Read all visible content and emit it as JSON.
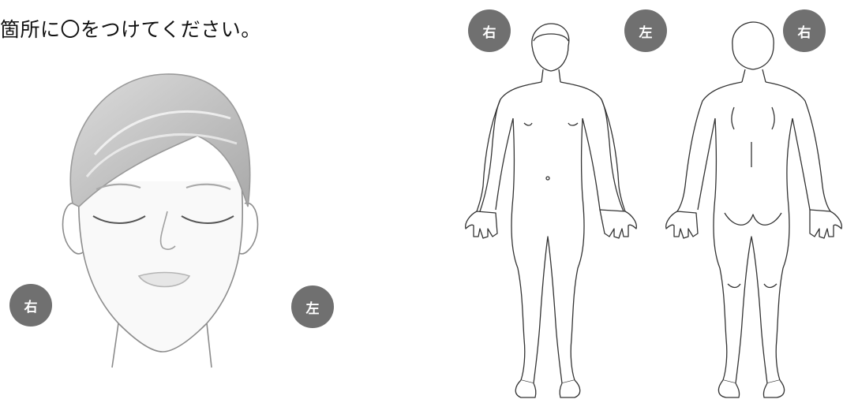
{
  "instruction": "箇所に〇をつけてください。",
  "face_labels": {
    "right": "右",
    "left": "左"
  },
  "body_labels": {
    "front_right": "右",
    "center_left": "左",
    "back_right": "右"
  },
  "badge_color": "#707070"
}
